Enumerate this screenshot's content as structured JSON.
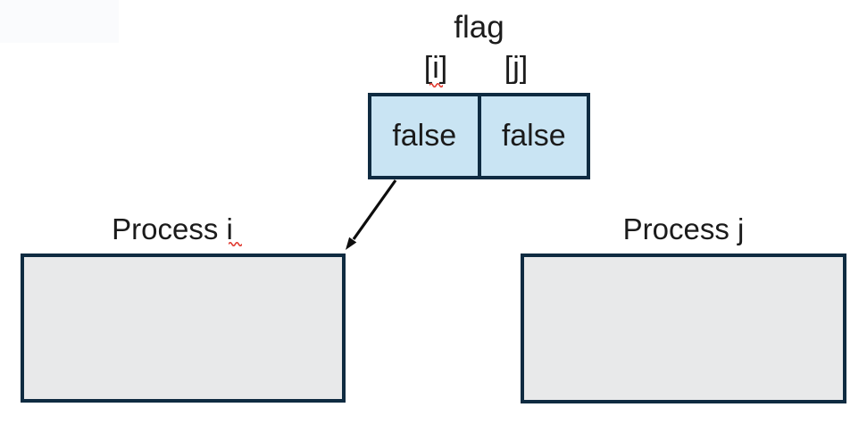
{
  "diagram": {
    "flag": {
      "title": "flag",
      "indices": [
        "[i]",
        "[j]"
      ],
      "cells": [
        {
          "index": "[i]",
          "value": "false"
        },
        {
          "index": "[j]",
          "value": "false"
        }
      ]
    },
    "processes": [
      {
        "label": "Process i"
      },
      {
        "label": "Process j"
      }
    ],
    "arrow": "flag-array-to-process-i"
  },
  "icons": {
    "arrow": "down-left-black-arrow",
    "squiggle_i_index": "red-spellcheck-underline",
    "squiggle_process_i": "red-spellcheck-underline"
  },
  "colors": {
    "background": "#ffffff",
    "flag_cell_fill": "#c9e4f3",
    "process_box_fill": "#e8e9ea",
    "shape_border": "#0f2b41",
    "text": "#1b1b1b",
    "arrow": "#0d0d0d",
    "spellcheck_underline": "#e0392f"
  }
}
